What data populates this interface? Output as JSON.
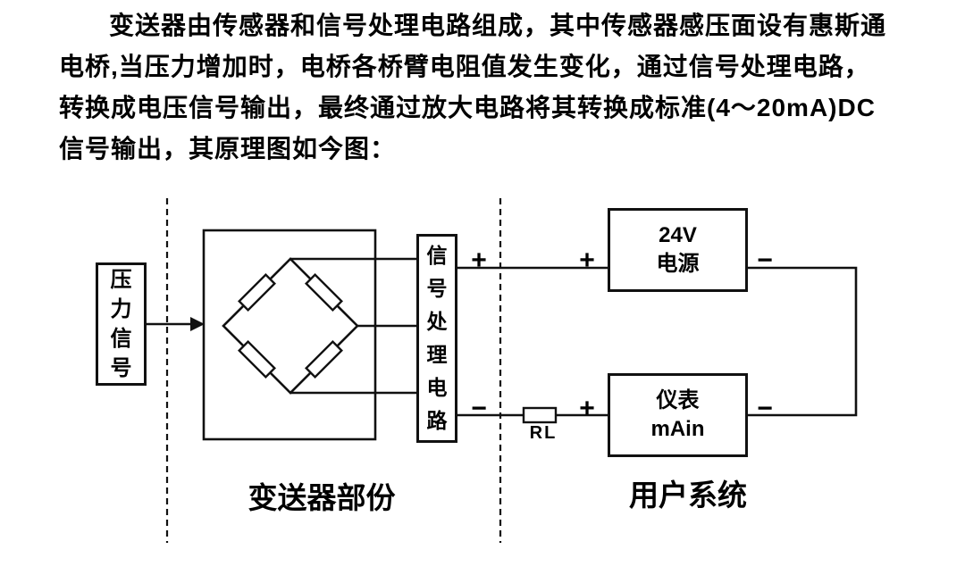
{
  "intro": {
    "lines": [
      "变送器由传感器和信号处理电路组成，其中传感器感压面设有惠斯通",
      "电桥,当压力增加时，电桥各桥臂电阻值发生变化，通过信号处理电路，",
      "转换成电压信号输出，最终通过放大电路将其转换成标准(4～20mA)DC",
      "信号输出，其原理图如今图："
    ]
  },
  "diagram": {
    "ink_color": "#111111",
    "pressure_box_label": "压力信号",
    "signal_box_label": "信号处理电路",
    "power_box": {
      "line1": "24V",
      "line2": "电源"
    },
    "meter_box": {
      "line1": "仪表",
      "line2": "mAin"
    },
    "load_resistor_label": "RL",
    "plus_sign": "+",
    "minus_sign": "−",
    "transmitter_section_label": "变送器部份",
    "user_system_label": "用户系统"
  }
}
